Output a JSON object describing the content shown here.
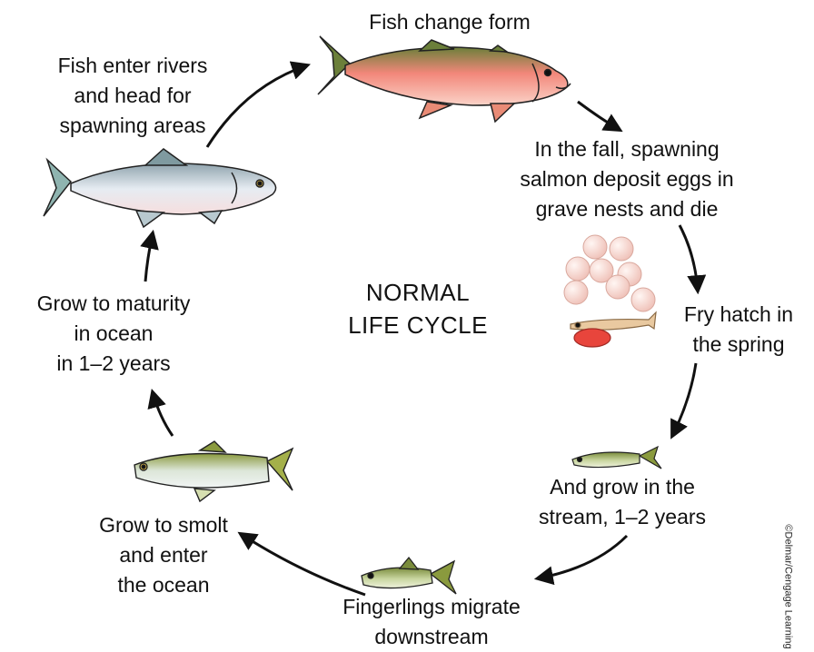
{
  "diagram": {
    "center_title": "NORMAL\nLIFE CYCLE",
    "stages": [
      {
        "id": "change-form",
        "label": "Fish change form"
      },
      {
        "id": "spawn",
        "label": "In the fall, spawning\nsalmon deposit eggs in\ngrave nests and die"
      },
      {
        "id": "hatch",
        "label": "Fry hatch in\nthe spring"
      },
      {
        "id": "stream",
        "label": "And grow in the\nstream, 1–2 years"
      },
      {
        "id": "migrate",
        "label": "Fingerlings migrate\ndownstream"
      },
      {
        "id": "smolt",
        "label": "Grow to smolt\nand enter\nthe ocean"
      },
      {
        "id": "ocean",
        "label": "Grow to maturity\nin ocean\nin 1–2 years"
      },
      {
        "id": "rivers",
        "label": "Fish enter rivers\nand head for\nspawning areas"
      }
    ],
    "credit": "©Delmar/Cengage Learning"
  },
  "colors": {
    "arrow": "#111111",
    "spawning_salmon_body": "#f2877a",
    "spawning_salmon_back": "#6b7f3a",
    "ocean_salmon_body": "#dfe6ee",
    "ocean_salmon_back": "#8fa3ad",
    "egg": "#f6d7d2",
    "fry": "#e9c9a0",
    "yolk": "#e8453c",
    "juvenile_body": "#c9d6a0",
    "juvenile_back": "#7a8c3c"
  }
}
